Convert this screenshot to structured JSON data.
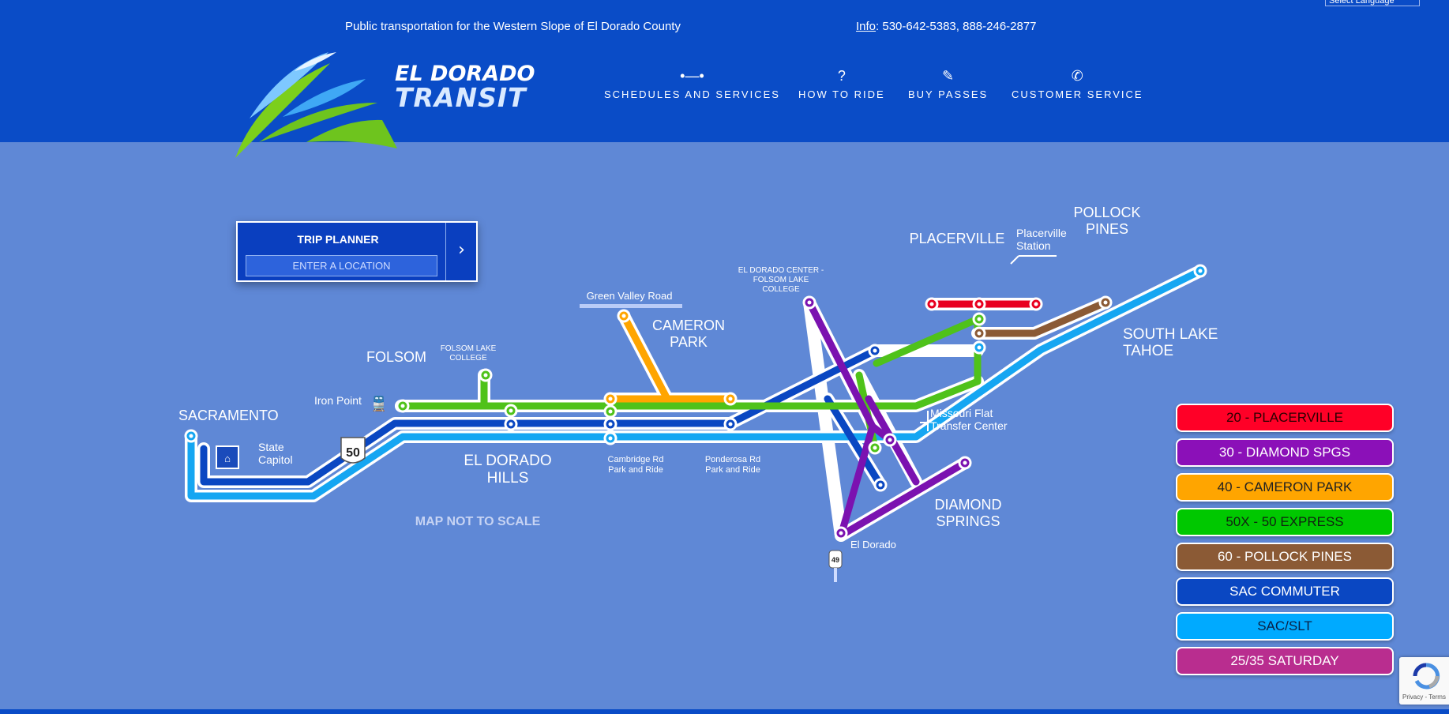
{
  "header": {
    "tagline": "Public transportation for the Western Slope of El Dorado County",
    "info_label": "Info",
    "phones": ": 530-642-5383,  888-246-2877",
    "language_select": "Select Language",
    "brand_line1": "EL DORADO",
    "brand_line2": "TRANSIT",
    "nav": [
      {
        "label": "SCHEDULES AND SERVICES",
        "icon": "route-icon"
      },
      {
        "label": "HOW TO RIDE",
        "icon": "question-icon"
      },
      {
        "label": "BUY PASSES",
        "icon": "ticket-icon"
      },
      {
        "label": "CUSTOMER SERVICE",
        "icon": "headset-icon"
      }
    ]
  },
  "trip_planner": {
    "title": "TRIP PLANNER",
    "placeholder": "ENTER A LOCATION",
    "go": "›"
  },
  "map": {
    "places": {
      "sacramento": "SACRAMENTO",
      "folsom": "FOLSOM",
      "folsom_lake_college_1": "FOLSOM LAKE",
      "folsom_lake_college_2": "COLLEGE",
      "iron_point": "Iron Point",
      "state": "State",
      "capitol": "Capitol",
      "hwy50": "50",
      "edh_1": "EL DORADO",
      "edh_2": "HILLS",
      "not_to_scale": "MAP NOT TO SCALE",
      "green_valley": "Green Valley Road",
      "cameron_1": "CAMERON",
      "cameron_2": "PARK",
      "cambridge_1": "Cambridge Rd",
      "cambridge_2": "Park and Ride",
      "ponderosa_1": "Ponderosa Rd",
      "ponderosa_2": "Park and Ride",
      "edc_1": "EL DORADO CENTER -",
      "edc_2": "FOLSOM LAKE",
      "edc_3": "COLLEGE",
      "placerville": "PLACERVILLE",
      "placerville_station_1": "Placerville",
      "placerville_station_2": "Station",
      "pollock_1": "POLLOCK",
      "pollock_2": "PINES",
      "slt_1": "SOUTH LAKE",
      "slt_2": "TAHOE",
      "missouri_1": "Missouri Flat",
      "missouri_2": "Transfer Center",
      "diamond_1": "DIAMOND",
      "diamond_2": "SPRINGS",
      "el_dorado": "El Dorado",
      "hwy49": "49"
    },
    "colors": {
      "red": "#e8001f",
      "purple": "#7b12b0",
      "orange": "#ffa500",
      "green": "#4fc21a",
      "brown": "#8b5a35",
      "navy": "#0a47c2",
      "lightblue": "#15a6f2"
    }
  },
  "legend": [
    {
      "label": "20 - PLACERVILLE",
      "bg": "#ff0027",
      "fg": "#2a0000"
    },
    {
      "label": "30 - DIAMOND SPGS",
      "bg": "#8b10b8",
      "fg": "#ffffff"
    },
    {
      "label": "40 - CAMERON PARK",
      "bg": "#ffa500",
      "fg": "#222222"
    },
    {
      "label": "50X - 50 EXPRESS",
      "bg": "#00c800",
      "fg": "#112211"
    },
    {
      "label": "60 - POLLOCK PINES",
      "bg": "#8b5a35",
      "fg": "#ffffff"
    },
    {
      "label": "SAC COMMUTER",
      "bg": "#0a47c2",
      "fg": "#ffffff"
    },
    {
      "label": "SAC/SLT",
      "bg": "#00aaff",
      "fg": "#0a1f44"
    },
    {
      "label": "25/35 SATURDAY",
      "bg": "#b92d8f",
      "fg": "#ffffff"
    }
  ],
  "recaptcha": {
    "text": "Privacy - Terms"
  }
}
